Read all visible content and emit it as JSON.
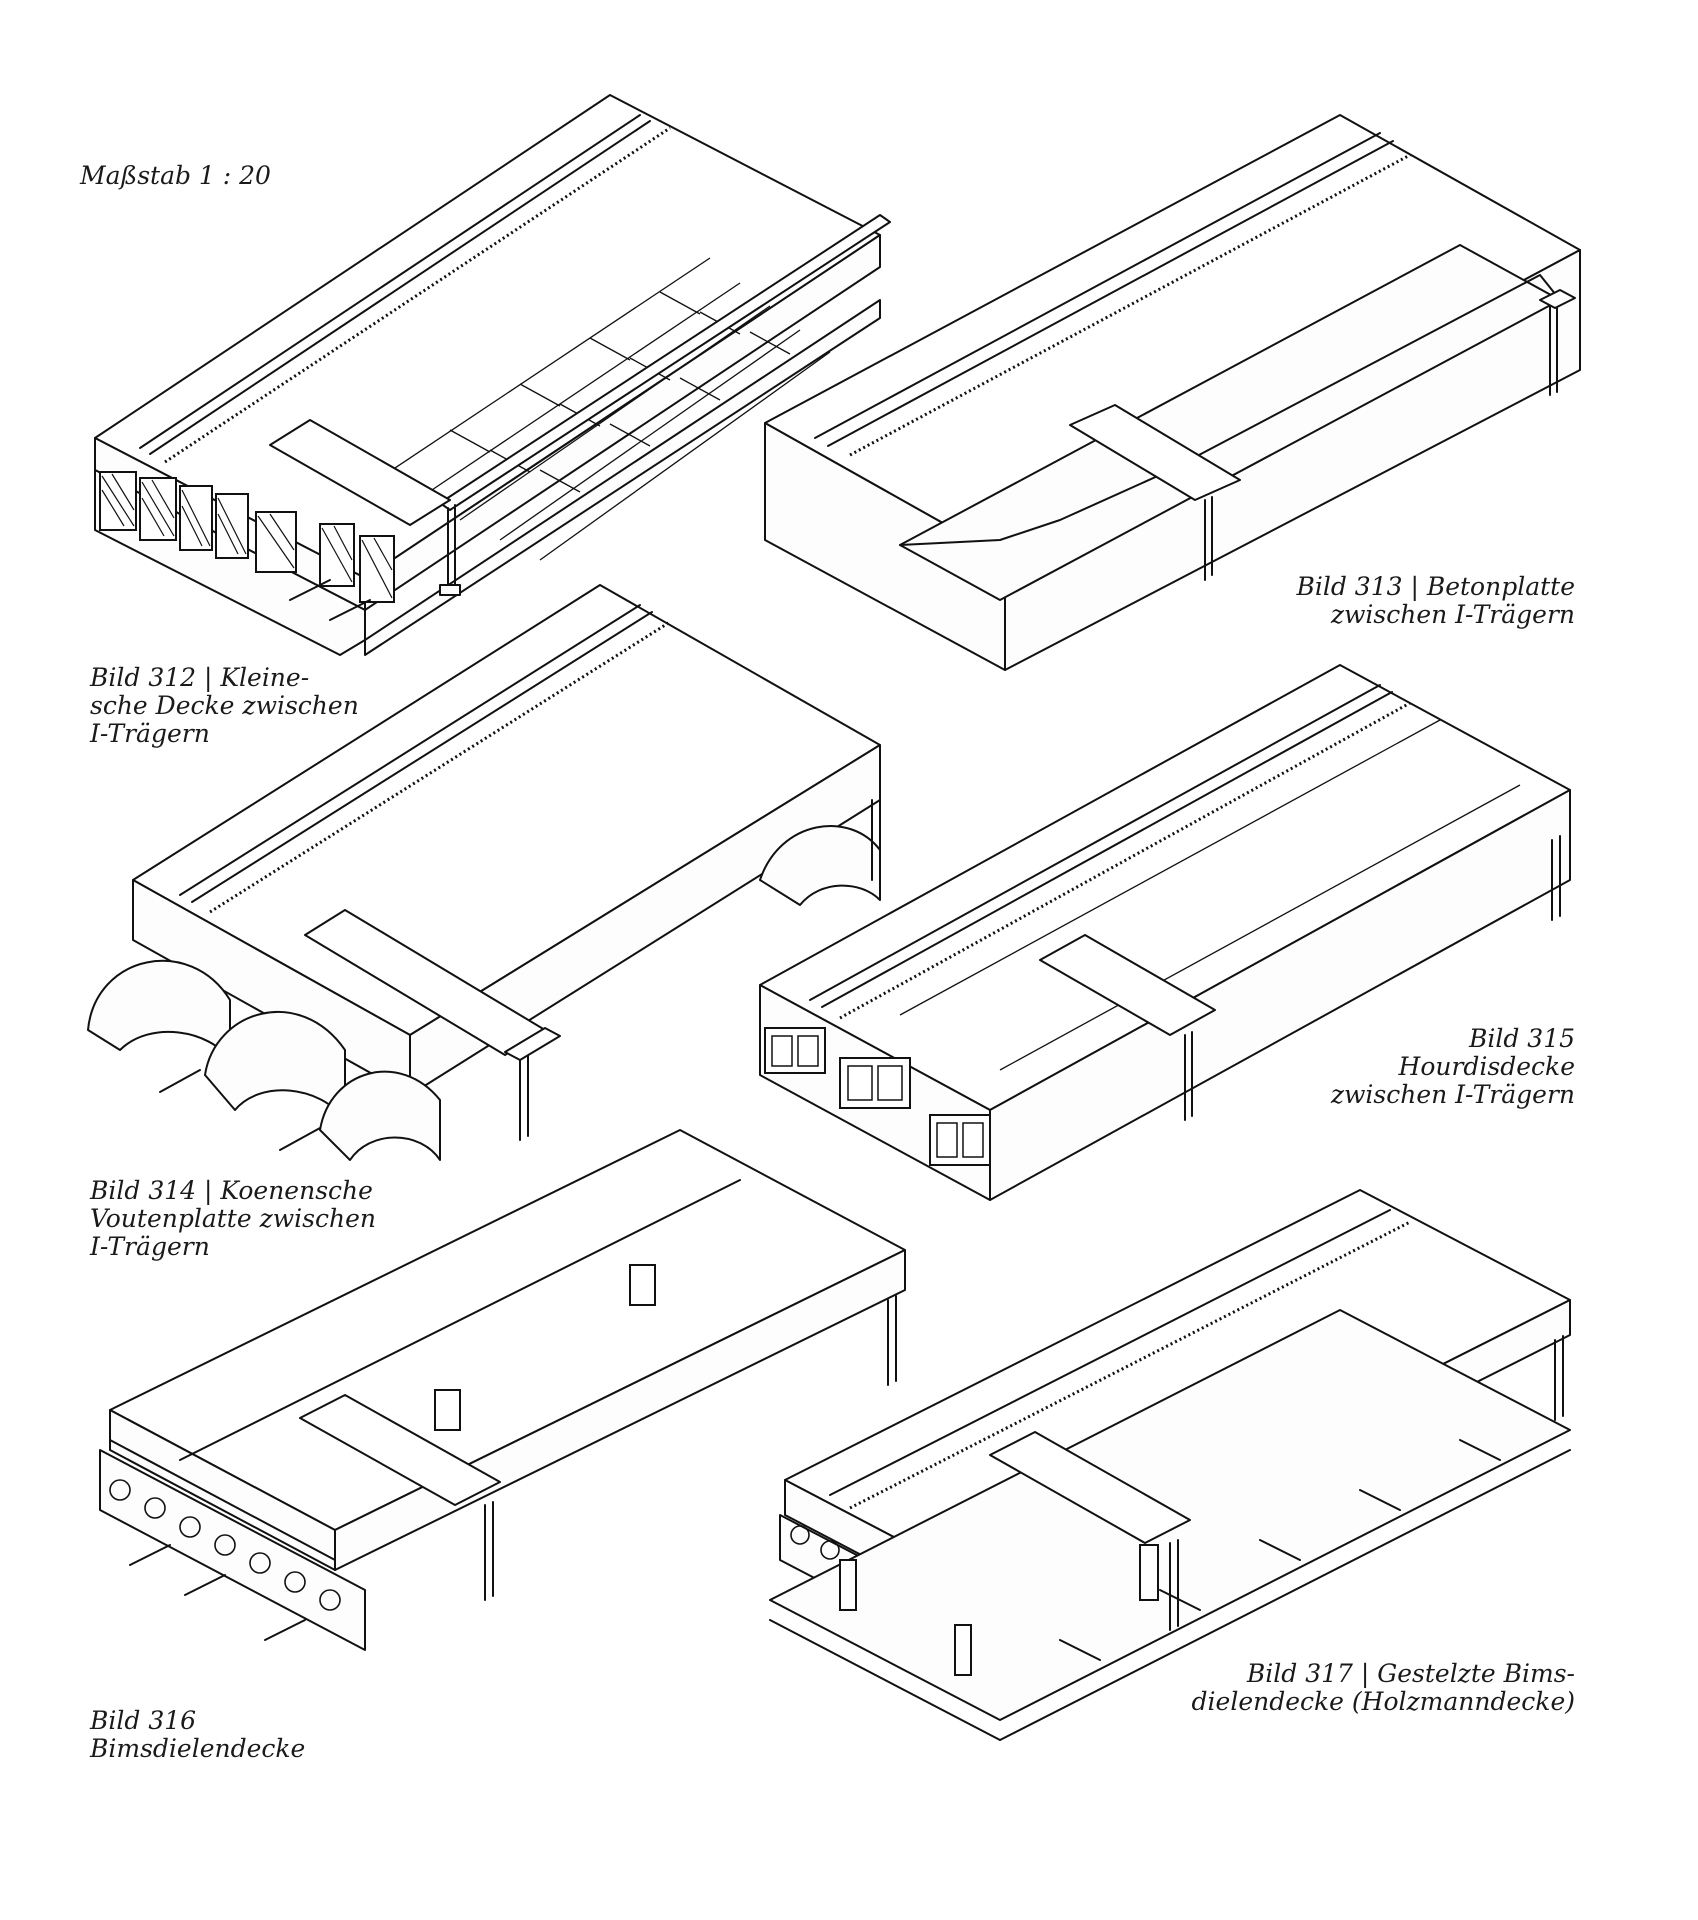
{
  "scale_label": "Maßstab 1 : 20",
  "figures": [
    {
      "id": "312",
      "caption_lines": [
        "Bild 312 | Kleine-",
        "sche Decke zwischen",
        "I-Trägern"
      ]
    },
    {
      "id": "313",
      "caption_lines": [
        "Bild 313 | Betonplatte",
        "zwischen I-Trägern"
      ]
    },
    {
      "id": "314",
      "caption_lines": [
        "Bild 314 | Koenensche",
        "Voutenplatte zwischen",
        "I-Trägern"
      ]
    },
    {
      "id": "315",
      "caption_lines": [
        "Bild 315",
        "Hourdisdecke",
        "zwischen I-Trägern"
      ]
    },
    {
      "id": "316",
      "caption_lines": [
        "Bild 316",
        "Bimsdielendecke"
      ]
    },
    {
      "id": "317",
      "caption_lines": [
        "Bild 317 | Gestelzte Bims-",
        "dielendecke (Holzmanndecke)"
      ]
    }
  ],
  "colors": {
    "ink": "#111111",
    "paper": "#ffffff"
  }
}
